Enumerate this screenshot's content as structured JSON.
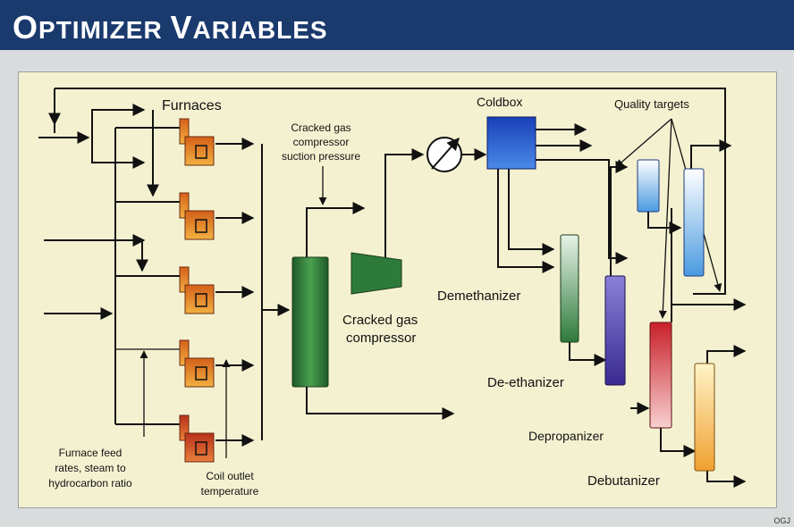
{
  "header": {
    "title_cap1": "O",
    "title_rest1": "PTIMIZER ",
    "title_cap2": "V",
    "title_rest2": "ARIABLES",
    "background": "#1a3a6e"
  },
  "labels": {
    "furnaces": "Furnaces",
    "suction_1": "Cracked gas",
    "suction_2": "compressor",
    "suction_3": "suction pressure",
    "coldbox": "Coldbox",
    "quality_targets": "Quality targets",
    "compressor_1": "Cracked gas",
    "compressor_2": "compressor",
    "demethanizer": "Demethanizer",
    "deethanizer": "De-ethanizer",
    "depropanizer": "Depropanizer",
    "debutanizer": "Debutanizer",
    "feed_1": "Furnace feed",
    "feed_2": "rates, steam to",
    "feed_3": "hydrocarbon ratio",
    "coil_1": "Coil outlet",
    "coil_2": "temperature"
  },
  "colors": {
    "panel": "#f4f1d1",
    "furnace_top": "#d96a1a",
    "furnace_bottom": "#f0a83a",
    "green_column": "#2e7a3a",
    "coldbox": "#2a55c8",
    "blue_column": "#6fb0e8",
    "purple_column": "#4a3aa0",
    "red_column": "#c8303a",
    "orange_column": "#f0b040"
  },
  "corner_code": "OGJ"
}
